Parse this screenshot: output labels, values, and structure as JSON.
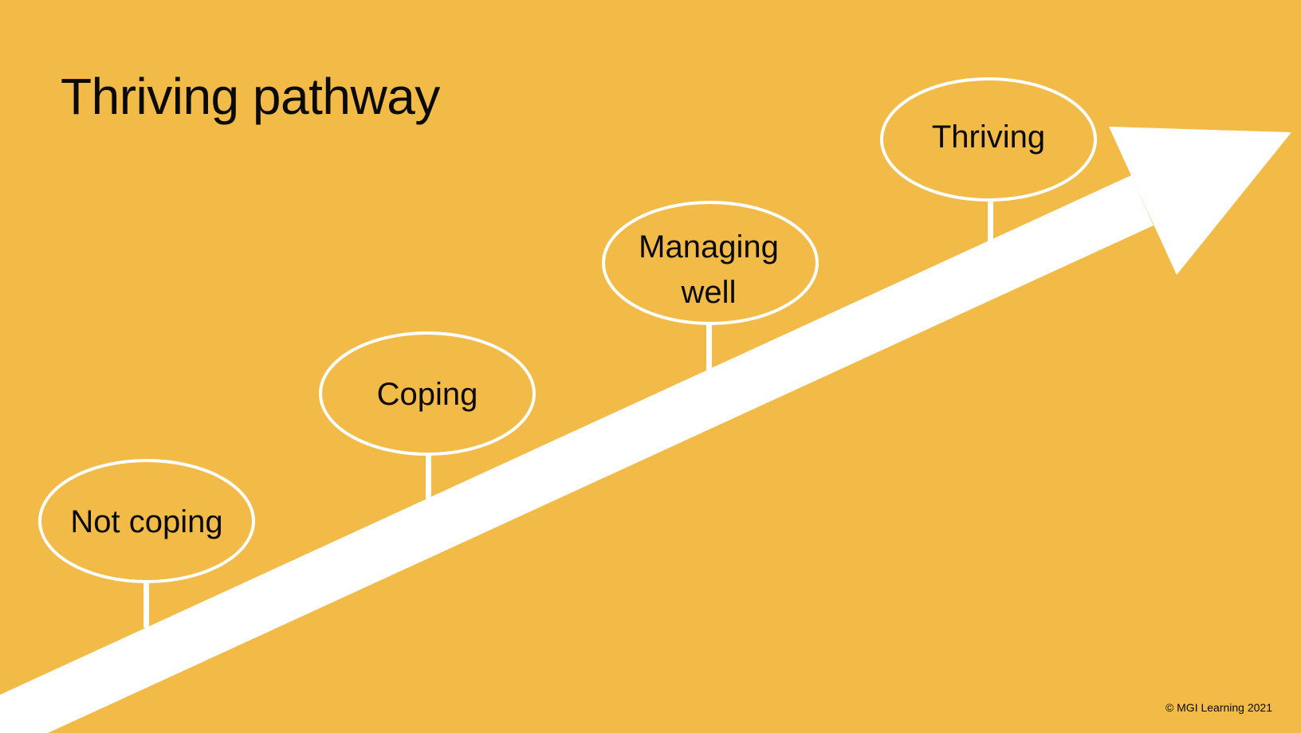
{
  "slide": {
    "title": "Thriving pathway",
    "copyright": "© MGI Learning 2021"
  },
  "colors": {
    "background": "#F2BA47",
    "arrow": "#FFFFFF",
    "text": "#0A0A0A"
  },
  "stages": [
    {
      "lines": [
        "Not coping"
      ]
    },
    {
      "lines": [
        "Coping"
      ]
    },
    {
      "lines": [
        "Managing",
        "well"
      ]
    },
    {
      "lines": [
        "Thriving"
      ]
    }
  ]
}
